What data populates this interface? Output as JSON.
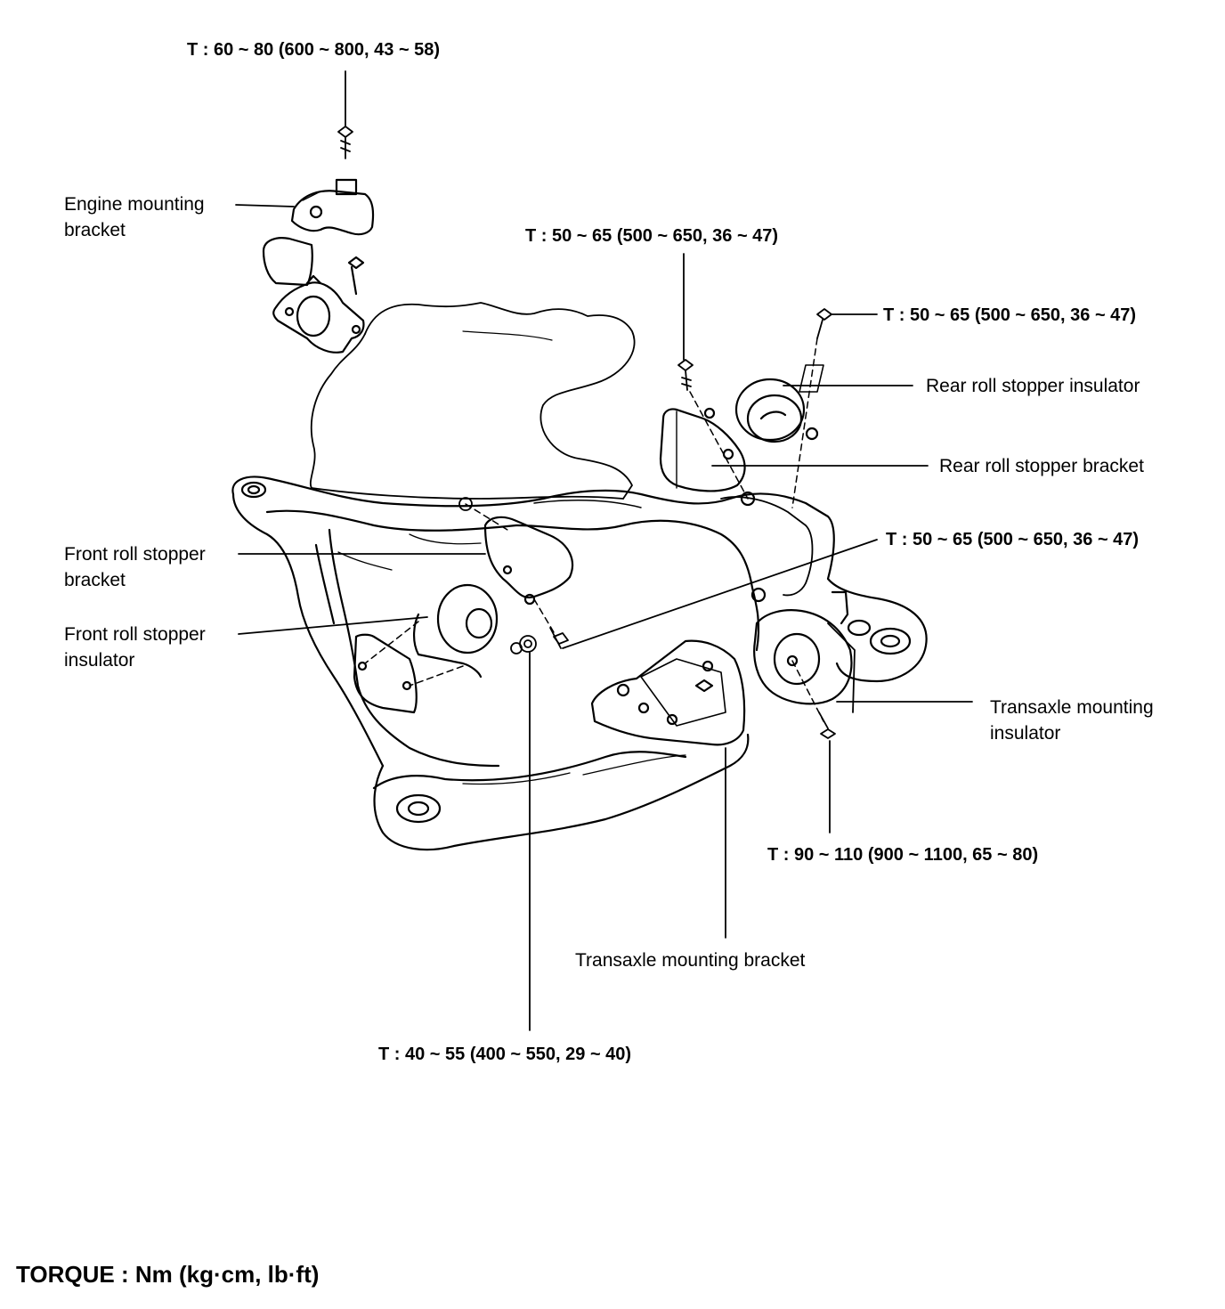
{
  "diagram": {
    "torque_labels": {
      "engine_bracket_bolt": "T : 60 ~ 80 (600 ~ 800, 43 ~ 58)",
      "rear_bracket_bolt": "T : 50 ~ 65 (500 ~ 650, 36 ~ 47)",
      "rear_insulator_bolt": "T : 50 ~ 65 (500 ~ 650, 36 ~ 47)",
      "front_insulator_bolt": "T : 50 ~ 65 (500 ~ 650, 36 ~ 47)",
      "transaxle_insulator_bolt": "T : 90 ~ 110 (900 ~ 1100, 65 ~ 80)",
      "front_bracket_bolt": "T : 40 ~ 55 (400 ~ 550, 29 ~ 40)"
    },
    "part_labels": {
      "engine_mounting_bracket": [
        "Engine mounting",
        "bracket"
      ],
      "rear_roll_stopper_insulator": "Rear roll stopper insulator",
      "rear_roll_stopper_bracket": "Rear roll stopper bracket",
      "front_roll_stopper_bracket": [
        "Front roll stopper",
        "bracket"
      ],
      "front_roll_stopper_insulator": [
        "Front roll stopper",
        "insulator"
      ],
      "transaxle_mounting_insulator": [
        "Transaxle mounting",
        "insulator"
      ],
      "transaxle_mounting_bracket": "Transaxle mounting bracket"
    },
    "footer": "TORQUE : Nm (kg·cm, lb·ft)"
  }
}
